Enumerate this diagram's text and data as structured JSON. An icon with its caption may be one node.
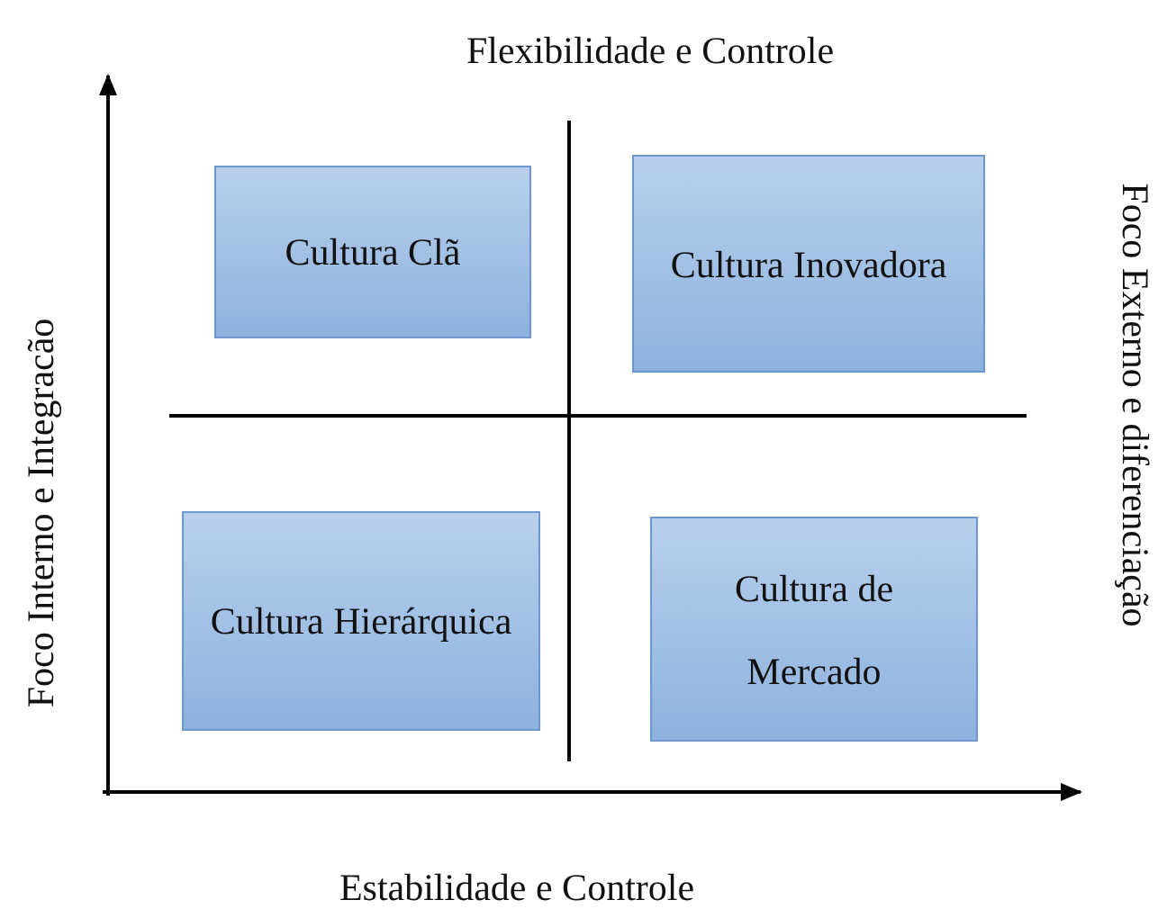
{
  "diagram": {
    "nodes": [
      {
        "text": [
          "Cultura Clã"
        ]
      },
      {
        "text": [
          "Cultura Inovadora"
        ]
      },
      {
        "text": [
          "Cultura Hierárquica"
        ]
      },
      {
        "text": [
          "Cultura de Mercado"
        ]
      }
    ],
    "edges": [],
    "labels": [
      "Flexibilidade e Controle",
      "Foco Interno e Integracão",
      "Foco Externo e diferenciação",
      "Estabilidade e Controle"
    ]
  }
}
